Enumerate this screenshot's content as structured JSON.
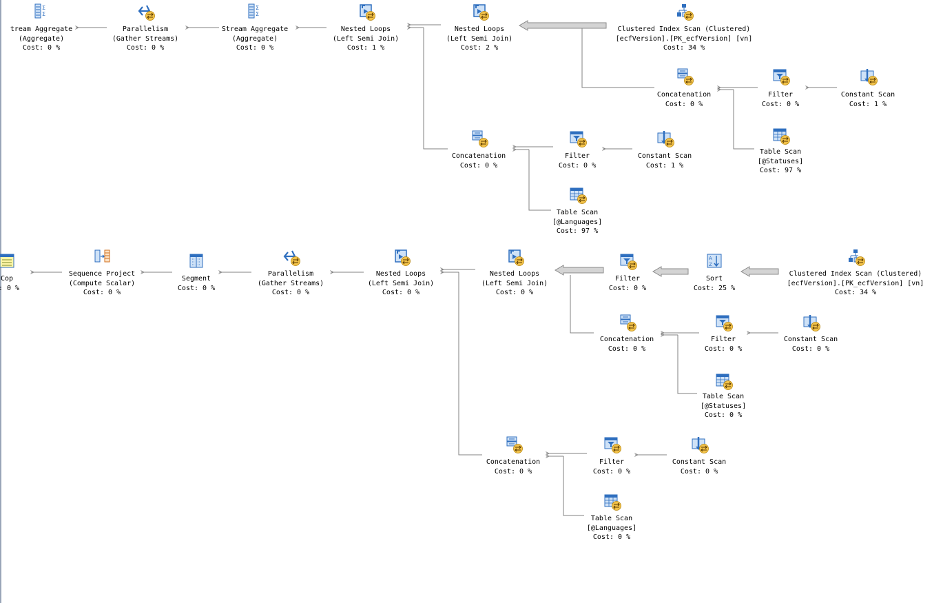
{
  "plan_upper": {
    "stream_aggregate_left": {
      "lines": [
        "tream Aggregate",
        "(Aggregate)",
        "Cost: 0 %"
      ],
      "icon": "stream-aggregate-icon"
    },
    "parallelism": {
      "lines": [
        "Parallelism",
        "(Gather Streams)",
        "Cost: 0 %"
      ],
      "icon": "parallelism-icon"
    },
    "stream_aggregate": {
      "lines": [
        "Stream Aggregate",
        "(Aggregate)",
        "Cost: 0 %"
      ],
      "icon": "stream-aggregate-icon"
    },
    "nested_loops_1": {
      "lines": [
        "Nested Loops",
        "(Left Semi Join)",
        "Cost: 1 %"
      ],
      "icon": "nested-loops-icon"
    },
    "nested_loops_2": {
      "lines": [
        "Nested Loops",
        "(Left Semi Join)",
        "Cost: 2 %"
      ],
      "icon": "nested-loops-icon"
    },
    "clustered_index_scan": {
      "lines": [
        "Clustered Index Scan (Clustered)",
        "[ecfVersion].[PK_ecfVersion] [vn]",
        "Cost: 34 %"
      ],
      "icon": "clustered-index-scan-icon"
    },
    "concatenation_a": {
      "lines": [
        "Concatenation",
        "Cost: 0 %"
      ],
      "icon": "concatenation-icon"
    },
    "filter_a": {
      "lines": [
        "Filter",
        "Cost: 0 %"
      ],
      "icon": "filter-icon"
    },
    "constant_scan_a": {
      "lines": [
        "Constant Scan",
        "Cost: 1 %"
      ],
      "icon": "constant-scan-icon"
    },
    "table_scan_statuses": {
      "lines": [
        "Table Scan",
        "[@Statuses]",
        "Cost: 97 %"
      ],
      "icon": "table-scan-icon"
    },
    "concatenation_b": {
      "lines": [
        "Concatenation",
        "Cost: 0 %"
      ],
      "icon": "concatenation-icon"
    },
    "filter_b": {
      "lines": [
        "Filter",
        "Cost: 0 %"
      ],
      "icon": "filter-icon"
    },
    "constant_scan_b": {
      "lines": [
        "Constant Scan",
        "Cost: 1 %"
      ],
      "icon": "constant-scan-icon"
    },
    "table_scan_languages": {
      "lines": [
        "Table Scan",
        "[@Languages]",
        "Cost: 97 %"
      ],
      "icon": "table-scan-icon"
    }
  },
  "plan_lower": {
    "top": {
      "lines": [
        "Cop",
        ":: 0 %"
      ],
      "icon": "top-icon"
    },
    "sequence_project": {
      "lines": [
        "Sequence Project",
        "(Compute Scalar)",
        "Cost: 0 %"
      ],
      "icon": "sequence-project-icon"
    },
    "segment": {
      "lines": [
        "Segment",
        "Cost: 0 %"
      ],
      "icon": "segment-icon"
    },
    "parallelism": {
      "lines": [
        "Parallelism",
        "(Gather Streams)",
        "Cost: 0 %"
      ],
      "icon": "parallelism-icon"
    },
    "nested_loops_1": {
      "lines": [
        "Nested Loops",
        "(Left Semi Join)",
        "Cost: 0 %"
      ],
      "icon": "nested-loops-icon"
    },
    "nested_loops_2": {
      "lines": [
        "Nested Loops",
        "(Left Semi Join)",
        "Cost: 0 %"
      ],
      "icon": "nested-loops-icon"
    },
    "filter_main": {
      "lines": [
        "Filter",
        "Cost: 0 %"
      ],
      "icon": "filter-icon"
    },
    "sort": {
      "lines": [
        "Sort",
        "Cost: 25 %"
      ],
      "icon": "sort-icon"
    },
    "clustered_index_scan": {
      "lines": [
        "Clustered Index Scan (Clustered)",
        "[ecfVersion].[PK_ecfVersion] [vn]",
        "Cost: 34 %"
      ],
      "icon": "clustered-index-scan-icon"
    },
    "concatenation_a": {
      "lines": [
        "Concatenation",
        "Cost: 0 %"
      ],
      "icon": "concatenation-icon"
    },
    "filter_a": {
      "lines": [
        "Filter",
        "Cost: 0 %"
      ],
      "icon": "filter-icon"
    },
    "constant_scan_a": {
      "lines": [
        "Constant Scan",
        "Cost: 0 %"
      ],
      "icon": "constant-scan-icon"
    },
    "table_scan_statuses": {
      "lines": [
        "Table Scan",
        "[@Statuses]",
        "Cost: 0 %"
      ],
      "icon": "table-scan-icon"
    },
    "concatenation_b": {
      "lines": [
        "Concatenation",
        "Cost: 0 %"
      ],
      "icon": "concatenation-icon"
    },
    "filter_b": {
      "lines": [
        "Filter",
        "Cost: 0 %"
      ],
      "icon": "filter-icon"
    },
    "constant_scan_b": {
      "lines": [
        "Constant Scan",
        "Cost: 0 %"
      ],
      "icon": "constant-scan-icon"
    },
    "table_scan_languages": {
      "lines": [
        "Table Scan",
        "[@Languages]",
        "Cost: 0 %"
      ],
      "icon": "table-scan-icon"
    }
  },
  "colors": {
    "icon_blue": "#2f6fbf",
    "icon_light": "#cfe2f7",
    "badge": "#f2c24a",
    "wire": "#808080",
    "thick_arrow": "#c8c8c8"
  }
}
